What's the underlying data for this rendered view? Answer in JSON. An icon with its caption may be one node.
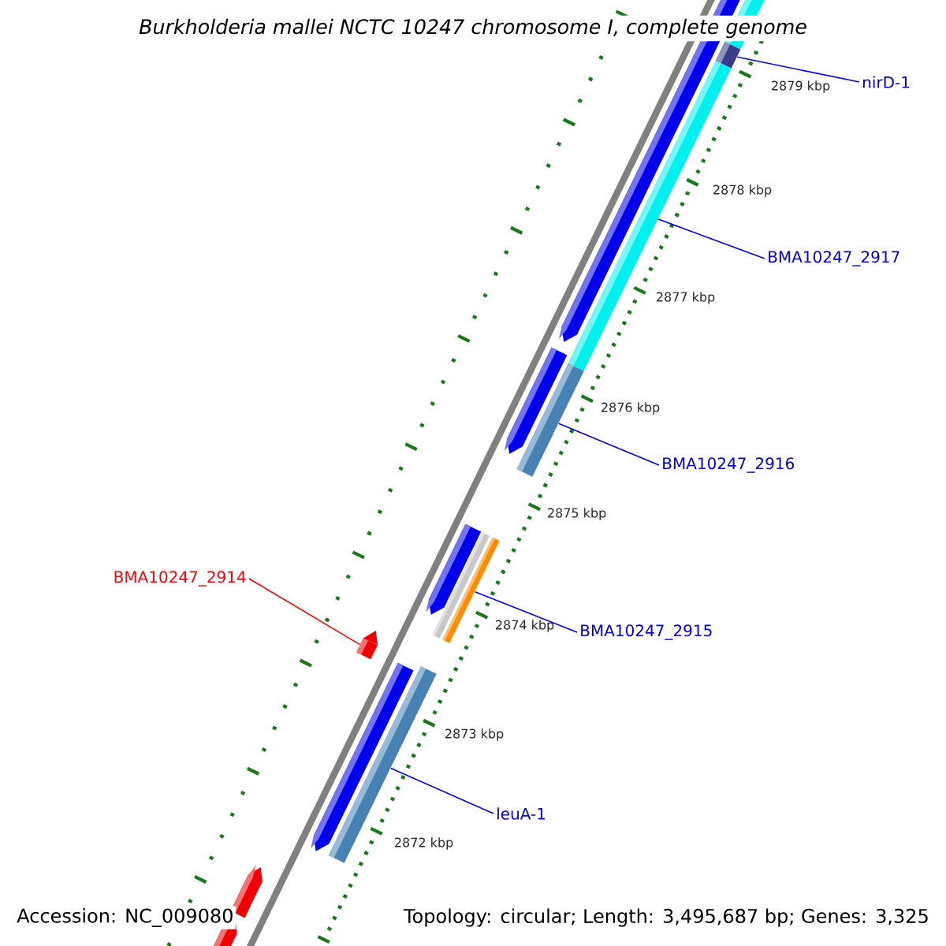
{
  "diagram": {
    "title": "Burkholderia mallei NCTC 10247 chromosome I, complete genome",
    "nodes": [
      {
        "text": [
          "nirD-1"
        ]
      },
      {
        "text": [
          "BMA10247_2917"
        ]
      },
      {
        "text": [
          "BMA10247_2916"
        ]
      },
      {
        "text": [
          "BMA10247_2914"
        ]
      },
      {
        "text": [
          "BMA10247_2915"
        ]
      },
      {
        "text": [
          "leuA-1"
        ]
      },
      {
        "text": [],
        "shape": "bar"
      },
      {
        "text": [],
        "shape": "bar"
      },
      {
        "text": [],
        "shape": "bar"
      },
      {
        "text": [],
        "shape": "bar"
      },
      {
        "text": [],
        "shape": "bar"
      },
      {
        "text": [],
        "shape": "bar"
      }
    ],
    "edges": [
      {
        "from": 0,
        "to": 6,
        "arrow": "none"
      },
      {
        "from": 1,
        "to": 7,
        "arrow": "none"
      },
      {
        "from": 2,
        "to": 8,
        "arrow": "none"
      },
      {
        "from": 3,
        "to": 10,
        "arrow": "none",
        "color": "#ff0000"
      },
      {
        "from": 4,
        "to": 9,
        "arrow": "none"
      },
      {
        "from": 5,
        "to": 11,
        "arrow": "none"
      }
    ],
    "labels": [
      "2879 kbp",
      "2878 kbp",
      "2877 kbp",
      "2876 kbp",
      "2875 kbp",
      "2874 kbp",
      "2873 kbp",
      "2872 kbp",
      "Accession: NC_009080",
      "Topology: circular; Length: 3,495,687 bp; Genes: 3,325"
    ]
  }
}
